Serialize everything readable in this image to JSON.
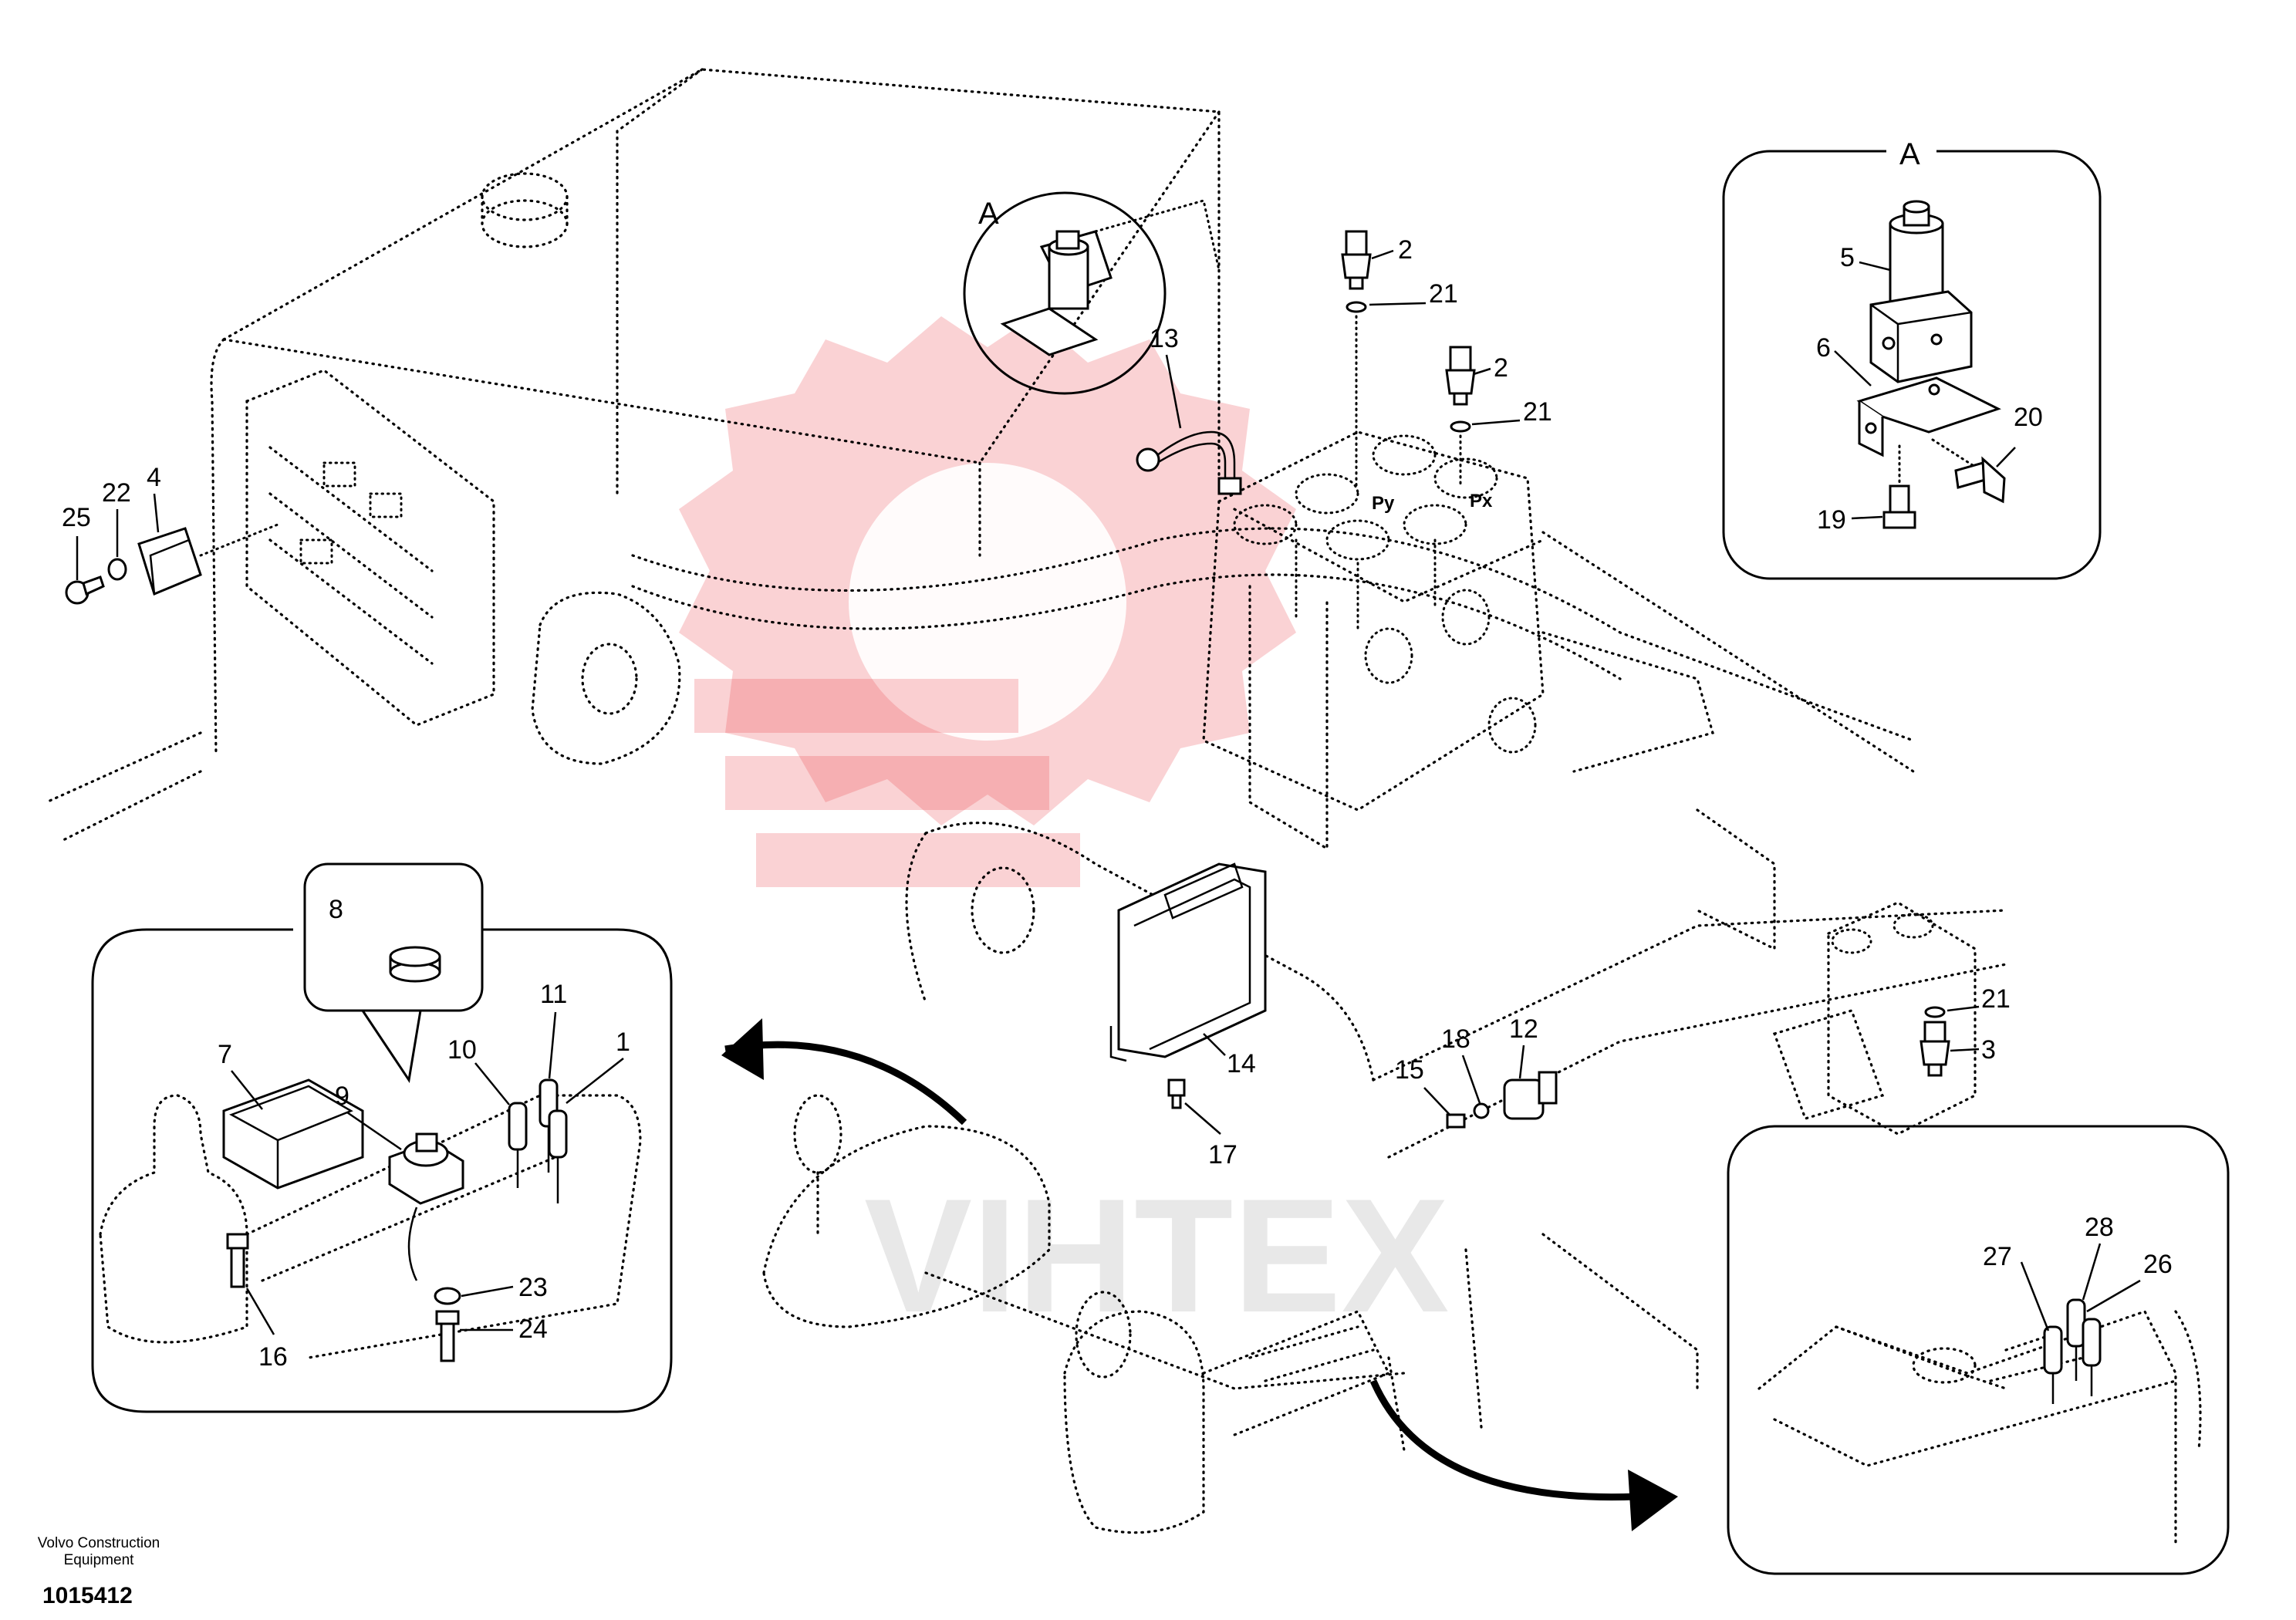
{
  "footer": {
    "company_line1": "Volvo Construction",
    "company_line2": "Equipment",
    "document_number": "1015412"
  },
  "detail_views": {
    "view_a_label_main": "A",
    "view_a_label_detail": "A"
  },
  "ports": {
    "py": "Py",
    "px": "Px"
  },
  "watermark_text": "VIHTEX",
  "callouts": {
    "c1": "1",
    "c2a": "2",
    "c2b": "2",
    "c3": "3",
    "c4": "4",
    "c5": "5",
    "c6": "6",
    "c7": "7",
    "c8": "8",
    "c9": "9",
    "c10": "10",
    "c11": "11",
    "c12": "12",
    "c13": "13",
    "c14": "14",
    "c15": "15",
    "c16": "16",
    "c17": "17",
    "c18": "18",
    "c19": "19",
    "c20": "20",
    "c21a": "21",
    "c21b": "21",
    "c21c": "21",
    "c22": "22",
    "c23": "23",
    "c24": "24",
    "c25": "25",
    "c26": "26",
    "c27": "27",
    "c28": "28"
  }
}
